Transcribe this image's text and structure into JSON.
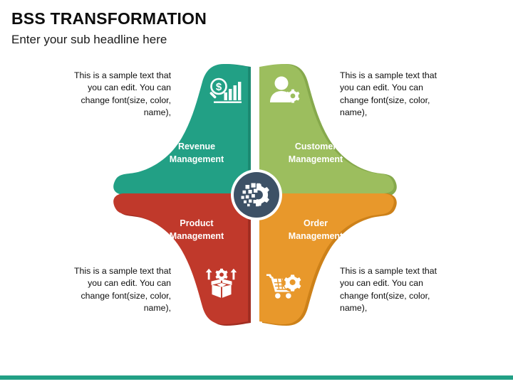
{
  "header": {
    "title": "BSS TRANSFORMATION",
    "subtitle": "Enter your sub headline here"
  },
  "quadrants": [
    {
      "id": "revenue",
      "label": "Revenue\nManagement",
      "label_line1": "Revenue",
      "label_line2": "Management",
      "description": "This is a sample text that you can edit. You can change font(size, color, name),",
      "color": "#22a085",
      "shadow_color": "#1c8a72",
      "icon": "magnifier-dollar-bar-chart-icon",
      "position": "top-left"
    },
    {
      "id": "customer",
      "label": "Customer\nManagement",
      "label_line1": "Customer",
      "label_line2": "Management",
      "description": "This is a sample text that you can edit. You can change font(size, color, name),",
      "color": "#9cbe5e",
      "shadow_color": "#86a94c",
      "icon": "person-gear-icon",
      "position": "top-right"
    },
    {
      "id": "product",
      "label": "Product\nManagement",
      "label_line1": "Product",
      "label_line2": "Management",
      "description": "This is a sample text that you can edit. You can change font(size, color, name),",
      "color": "#c0392b",
      "shadow_color": "#a22e22",
      "icon": "open-box-gear-arrows-icon",
      "position": "bottom-left"
    },
    {
      "id": "order",
      "label": "Order\nManagement",
      "label_line1": "Order",
      "label_line2": "Management",
      "description": "This is a sample text that you can edit. You can change font(size, color, name),",
      "color": "#e8982b",
      "shadow_color": "#cd8119",
      "icon": "shopping-cart-gear-icon",
      "position": "bottom-right"
    }
  ],
  "hub": {
    "icon": "pixelated-gear-icon",
    "circle_color": "#3d5166",
    "glyph_color": "#ffffff"
  },
  "bottom_bar": {
    "color": "#22a085"
  }
}
